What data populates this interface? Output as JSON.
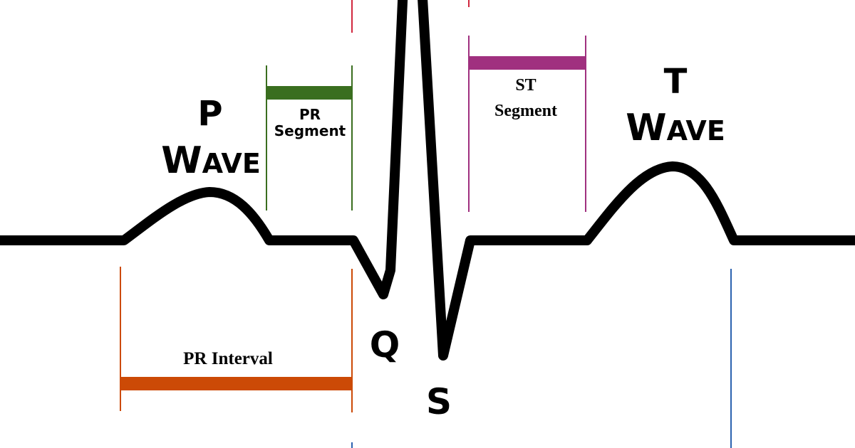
{
  "colors": {
    "trace": "#000000",
    "pr_segment": "#3a6e1f",
    "st_segment": "#a0307f",
    "pr_interval": "#cc4a06",
    "qrs_marker": "#d1273f",
    "qt_marker": "#2c62b0"
  },
  "labels": {
    "p_wave_letter": "P",
    "p_wave_w": "W",
    "p_wave_rest": "AVE",
    "t_wave_letter": "T",
    "t_wave_w": "W",
    "t_wave_rest": "AVE",
    "q_label": "Q",
    "s_label": "S",
    "pr_segment_line1": "PR",
    "pr_segment_line2": "Segment",
    "st_segment_line1": "ST",
    "st_segment_line2": "Segment",
    "pr_interval": "PR Interval"
  }
}
